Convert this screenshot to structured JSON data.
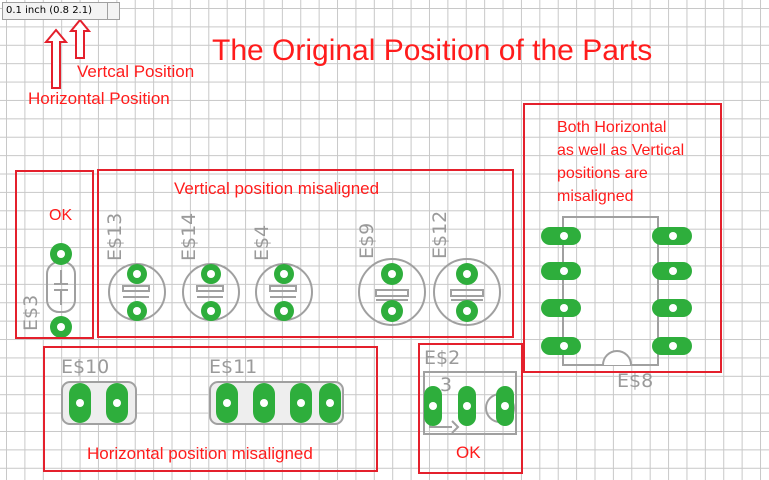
{
  "status_bar": {
    "grid_text": "0.1 inch (0.8 2.1)"
  },
  "annotations": {
    "title": "The Original Position of the Parts",
    "vertical_label": "Vertcal Position",
    "horizontal_label": "Horizontal Position",
    "ok_left": "OK",
    "vertical_misaligned": "Vertical position misaligned",
    "both_misaligned": [
      "Both Horizontal",
      "as well as Vertical",
      "positions are",
      "misaligned"
    ],
    "horizontal_misaligned": "Horizontal position misaligned",
    "ok_bottom": "OK"
  },
  "parts": {
    "es3": "E$3",
    "es13": "E$13",
    "es14": "E$14",
    "es4": "E$4",
    "es9": "E$9",
    "es12": "E$12",
    "es10": "E$10",
    "es11": "E$11",
    "es2": "E$2",
    "es2_pin": "3",
    "es8": "E$8"
  },
  "colors": {
    "annotation_red": "#e4202c",
    "pad_green": "#2eae3c",
    "silkscreen_grey": "#a0a0a0"
  }
}
